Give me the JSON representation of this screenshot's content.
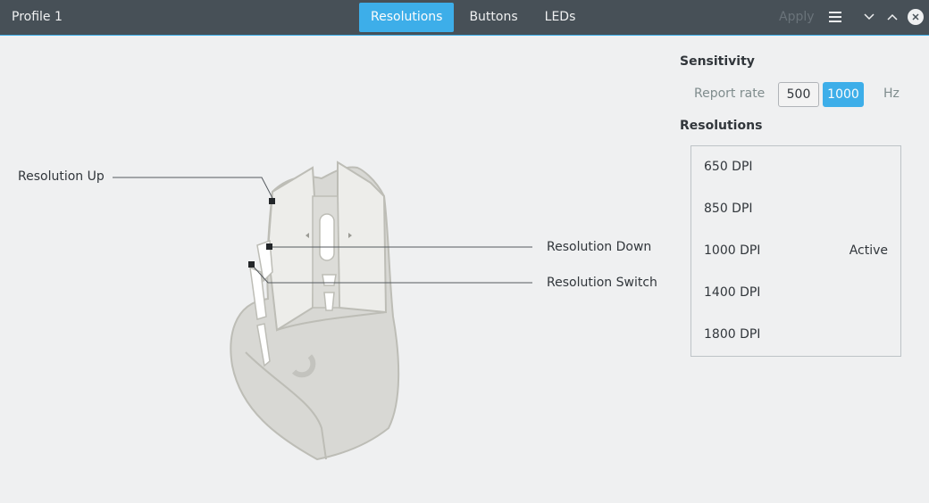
{
  "header": {
    "profile_title": "Profile 1",
    "tabs": [
      {
        "label": "Resolutions",
        "active": true
      },
      {
        "label": "Buttons",
        "active": false
      },
      {
        "label": "LEDs",
        "active": false
      }
    ],
    "apply_label": "Apply",
    "icons": [
      "hamburger-menu-icon",
      "chevron-down-icon",
      "chevron-up-icon",
      "close-icon"
    ],
    "accent_color": "#3daee9"
  },
  "mouse": {
    "callouts": {
      "up": "Resolution Up",
      "down": "Resolution Down",
      "switch": "Resolution Switch"
    }
  },
  "sensitivity": {
    "title": "Sensitivity",
    "report_rate_label": "Report rate",
    "rates": [
      {
        "label": "500",
        "selected": false
      },
      {
        "label": "1000",
        "selected": true
      }
    ],
    "unit": "Hz"
  },
  "resolutions": {
    "title": "Resolutions",
    "items": [
      {
        "dpi": "650 DPI",
        "status": ""
      },
      {
        "dpi": "850 DPI",
        "status": ""
      },
      {
        "dpi": "1000 DPI",
        "status": "Active"
      },
      {
        "dpi": "1400 DPI",
        "status": ""
      },
      {
        "dpi": "1800 DPI",
        "status": ""
      }
    ]
  }
}
